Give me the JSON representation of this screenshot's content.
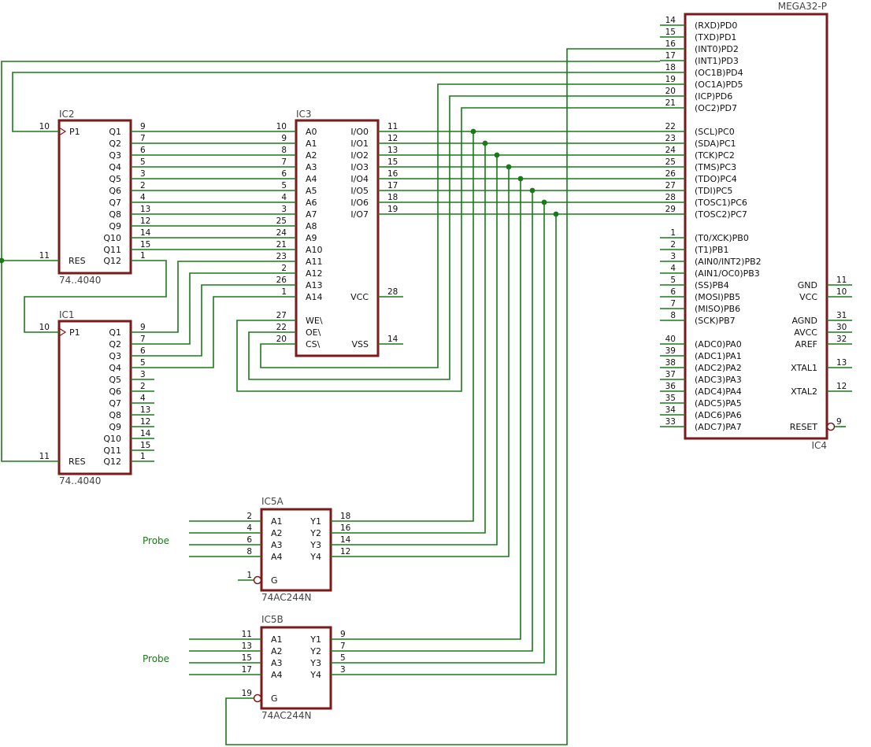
{
  "colors": {
    "wire": "#1a7a1a",
    "body": "#7a1a1a",
    "text": "#111111",
    "probe": "#1a7a1a"
  },
  "parts": [
    {
      "id": "ic2",
      "ref": "IC2",
      "value": "74..4040",
      "side": "left",
      "left": [
        {
          "n": "10",
          "l": "P1",
          "clock": true
        },
        {
          "n": "11",
          "l": "RES"
        }
      ],
      "right": [
        {
          "n": "9",
          "l": "Q1"
        },
        {
          "n": "7",
          "l": "Q2"
        },
        {
          "n": "6",
          "l": "Q3"
        },
        {
          "n": "5",
          "l": "Q4"
        },
        {
          "n": "3",
          "l": "Q5"
        },
        {
          "n": "2",
          "l": "Q6"
        },
        {
          "n": "4",
          "l": "Q7"
        },
        {
          "n": "13",
          "l": "Q8"
        },
        {
          "n": "12",
          "l": "Q9"
        },
        {
          "n": "14",
          "l": "Q10"
        },
        {
          "n": "15",
          "l": "Q11"
        },
        {
          "n": "1",
          "l": "Q12"
        }
      ]
    },
    {
      "id": "ic1",
      "ref": "IC1",
      "value": "74..4040",
      "left": [
        {
          "n": "10",
          "l": "P1",
          "clock": true
        },
        {
          "n": "11",
          "l": "RES"
        }
      ],
      "right": [
        {
          "n": "9",
          "l": "Q1"
        },
        {
          "n": "7",
          "l": "Q2"
        },
        {
          "n": "6",
          "l": "Q3"
        },
        {
          "n": "5",
          "l": "Q4"
        },
        {
          "n": "3",
          "l": "Q5"
        },
        {
          "n": "2",
          "l": "Q6"
        },
        {
          "n": "4",
          "l": "Q7"
        },
        {
          "n": "13",
          "l": "Q8"
        },
        {
          "n": "12",
          "l": "Q9"
        },
        {
          "n": "14",
          "l": "Q10"
        },
        {
          "n": "15",
          "l": "Q11"
        },
        {
          "n": "1",
          "l": "Q12"
        }
      ]
    },
    {
      "id": "ic3",
      "ref": "IC3",
      "value": "",
      "left": [
        {
          "n": "10",
          "l": "A0"
        },
        {
          "n": "9",
          "l": "A1"
        },
        {
          "n": "8",
          "l": "A2"
        },
        {
          "n": "7",
          "l": "A3"
        },
        {
          "n": "6",
          "l": "A4"
        },
        {
          "n": "5",
          "l": "A5"
        },
        {
          "n": "4",
          "l": "A6"
        },
        {
          "n": "3",
          "l": "A7"
        },
        {
          "n": "25",
          "l": "A8"
        },
        {
          "n": "24",
          "l": "A9"
        },
        {
          "n": "21",
          "l": "A10"
        },
        {
          "n": "23",
          "l": "A11"
        },
        {
          "n": "2",
          "l": "A12"
        },
        {
          "n": "26",
          "l": "A13"
        },
        {
          "n": "1",
          "l": "A14"
        },
        {
          "n": "27",
          "l": "WE\\"
        },
        {
          "n": "22",
          "l": "OE\\"
        },
        {
          "n": "20",
          "l": "CS\\"
        }
      ],
      "right": [
        {
          "n": "11",
          "l": "I/O0"
        },
        {
          "n": "12",
          "l": "I/O1"
        },
        {
          "n": "13",
          "l": "I/O2"
        },
        {
          "n": "15",
          "l": "I/O3"
        },
        {
          "n": "16",
          "l": "I/O4"
        },
        {
          "n": "17",
          "l": "I/O5"
        },
        {
          "n": "18",
          "l": "I/O6"
        },
        {
          "n": "19",
          "l": "I/O7"
        },
        {
          "n": "28",
          "l": "VCC"
        },
        {
          "n": "14",
          "l": "VSS"
        }
      ]
    },
    {
      "id": "ic4",
      "ref": "IC4",
      "value": "MEGA32-P",
      "left": [
        {
          "n": "14",
          "l": "(RXD)PD0"
        },
        {
          "n": "15",
          "l": "(TXD)PD1"
        },
        {
          "n": "16",
          "l": "(INT0)PD2"
        },
        {
          "n": "17",
          "l": "(INT1)PD3"
        },
        {
          "n": "18",
          "l": "(OC1B)PD4"
        },
        {
          "n": "19",
          "l": "(OC1A)PD5"
        },
        {
          "n": "20",
          "l": "(ICP)PD6"
        },
        {
          "n": "21",
          "l": "(OC2)PD7"
        },
        {
          "n": "22",
          "l": "(SCL)PC0"
        },
        {
          "n": "23",
          "l": "(SDA)PC1"
        },
        {
          "n": "24",
          "l": "(TCK)PC2"
        },
        {
          "n": "25",
          "l": "(TMS)PC3"
        },
        {
          "n": "26",
          "l": "(TDO)PC4"
        },
        {
          "n": "27",
          "l": "(TDI)PC5"
        },
        {
          "n": "28",
          "l": "(TOSC1)PC6"
        },
        {
          "n": "29",
          "l": "(TOSC2)PC7"
        },
        {
          "n": "1",
          "l": "(T0/XCK)PB0"
        },
        {
          "n": "2",
          "l": "(T1)PB1"
        },
        {
          "n": "3",
          "l": "(AIN0/INT2)PB2"
        },
        {
          "n": "4",
          "l": "(AIN1/OC0)PB3"
        },
        {
          "n": "5",
          "l": "(SS)PB4"
        },
        {
          "n": "6",
          "l": "(MOSI)PB5"
        },
        {
          "n": "7",
          "l": "(MISO)PB6"
        },
        {
          "n": "8",
          "l": "(SCK)PB7"
        },
        {
          "n": "40",
          "l": "(ADC0)PA0"
        },
        {
          "n": "39",
          "l": "(ADC1)PA1"
        },
        {
          "n": "38",
          "l": "(ADC2)PA2"
        },
        {
          "n": "37",
          "l": "(ADC3)PA3"
        },
        {
          "n": "36",
          "l": "(ADC4)PA4"
        },
        {
          "n": "35",
          "l": "(ADC5)PA5"
        },
        {
          "n": "34",
          "l": "(ADC6)PA6"
        },
        {
          "n": "33",
          "l": "(ADC7)PA7"
        }
      ],
      "right": [
        {
          "n": "11",
          "l": "GND"
        },
        {
          "n": "10",
          "l": "VCC"
        },
        {
          "n": "31",
          "l": "AGND"
        },
        {
          "n": "30",
          "l": "AVCC"
        },
        {
          "n": "32",
          "l": "AREF"
        },
        {
          "n": "13",
          "l": "XTAL1"
        },
        {
          "n": "12",
          "l": "XTAL2"
        },
        {
          "n": "9",
          "l": "RESET"
        }
      ]
    },
    {
      "id": "ic5a",
      "ref": "IC5A",
      "value": "74AC244N",
      "left": [
        {
          "n": "2",
          "l": "A1"
        },
        {
          "n": "4",
          "l": "A2"
        },
        {
          "n": "6",
          "l": "A3"
        },
        {
          "n": "8",
          "l": "A4"
        },
        {
          "n": "1",
          "l": "G"
        }
      ],
      "right": [
        {
          "n": "18",
          "l": "Y1"
        },
        {
          "n": "16",
          "l": "Y2"
        },
        {
          "n": "14",
          "l": "Y3"
        },
        {
          "n": "12",
          "l": "Y4"
        }
      ]
    },
    {
      "id": "ic5b",
      "ref": "IC5B",
      "value": "74AC244N",
      "left": [
        {
          "n": "11",
          "l": "A1"
        },
        {
          "n": "13",
          "l": "A2"
        },
        {
          "n": "15",
          "l": "A3"
        },
        {
          "n": "17",
          "l": "A4"
        },
        {
          "n": "19",
          "l": "G"
        }
      ],
      "right": [
        {
          "n": "9",
          "l": "Y1"
        },
        {
          "n": "7",
          "l": "Y2"
        },
        {
          "n": "5",
          "l": "Y3"
        },
        {
          "n": "3",
          "l": "Y4"
        }
      ]
    }
  ],
  "labels": {
    "probe_a": "Probe",
    "probe_b": "Probe"
  }
}
